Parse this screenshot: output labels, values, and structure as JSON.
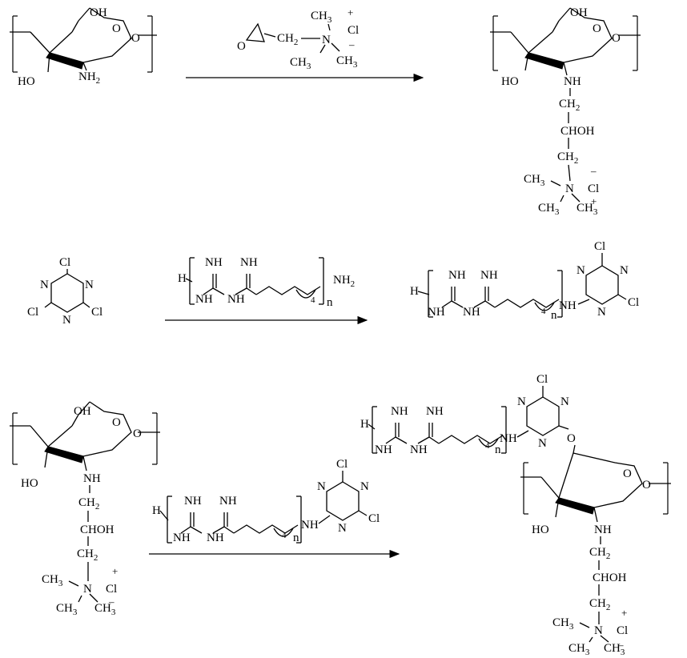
{
  "labels": {
    "oh": "OH",
    "ho": "HO",
    "nh": "NH",
    "nh2": "NH",
    "two": "2",
    "three": "3",
    "ch": "CH",
    "chgroup": "CHOH",
    "n": "N",
    "cl": "Cl",
    "plus": "+",
    "minus": "–",
    "h": "H",
    "four": "4",
    "nidx": "n",
    "o": "O",
    "dash": "—"
  },
  "colors": {
    "ink": "#000000",
    "background": "#ffffff"
  }
}
